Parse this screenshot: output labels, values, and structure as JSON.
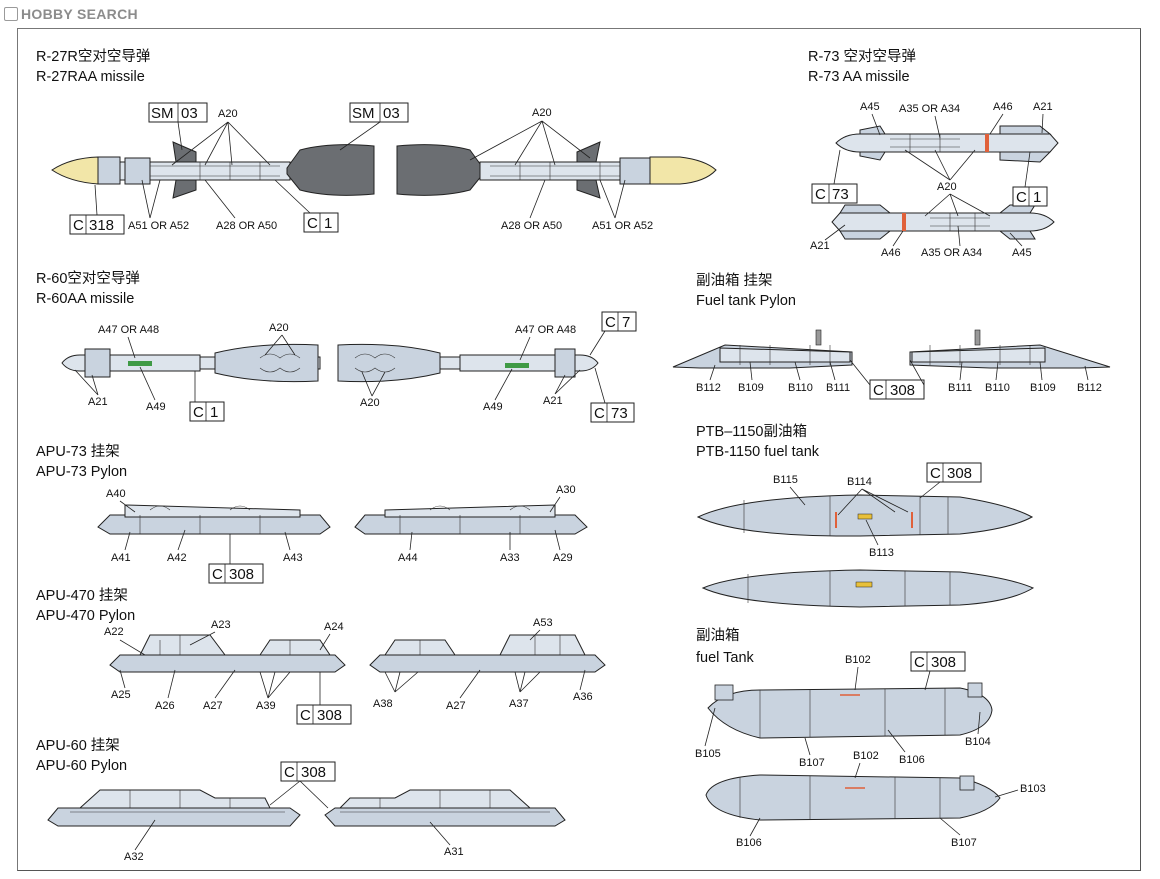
{
  "brand": {
    "name": "HOBBY SEARCH"
  },
  "sections": {
    "r27": {
      "title_cn": "R-27R空对空导弹",
      "title_en": "R-27RAA missile"
    },
    "r73": {
      "title_cn": "R-73 空对空导弹",
      "title_en": "R-73 AA missile"
    },
    "r60": {
      "title_cn": "R-60空对空导弹",
      "title_en": "R-60AA missile"
    },
    "fuel_pylon": {
      "title_cn": "副油箱 挂架",
      "title_en": "Fuel tank Pylon"
    },
    "apu73": {
      "title_cn": "APU-73 挂架",
      "title_en": "APU-73 Pylon"
    },
    "ptb1150": {
      "title_cn": "PTB–1150副油箱",
      "title_en": "PTB-1150 fuel tank"
    },
    "apu470": {
      "title_cn": "APU-470 挂架",
      "title_en": "APU-470 Pylon"
    },
    "fuel_tank": {
      "title_cn": "副油箱",
      "title_en": "fuel Tank"
    },
    "apu60": {
      "title_cn": "APU-60 挂架",
      "title_en": "APU-60 Pylon"
    }
  },
  "refs": {
    "sm03_a": "SM",
    "sm03_b": "03",
    "c": "C",
    "n318": "318",
    "n1": "1",
    "n73": "73",
    "n7": "7",
    "n308": "308"
  },
  "labels": {
    "A20": "A20",
    "A21": "A21",
    "A22": "A22",
    "A23": "A23",
    "A24": "A24",
    "A25": "A25",
    "A26": "A26",
    "A27": "A27",
    "A29": "A29",
    "A30": "A30",
    "A31": "A31",
    "A32": "A32",
    "A33": "A33",
    "A36": "A36",
    "A37": "A37",
    "A38": "A38",
    "A39": "A39",
    "A40": "A40",
    "A41": "A41",
    "A42": "A42",
    "A43": "A43",
    "A44": "A44",
    "A45": "A45",
    "A46": "A46",
    "A49": "A49",
    "A53": "A53",
    "A51orA52": "A51 OR A52",
    "A28orA50": "A28 OR A50",
    "A35orA34": "A35 OR A34",
    "A47orA48": "A47 OR A48",
    "B102": "B102",
    "B103": "B103",
    "B104": "B104",
    "B105": "B105",
    "B106": "B106",
    "B107": "B107",
    "B109": "B109",
    "B110": "B110",
    "B111": "B111",
    "B112": "B112",
    "B113": "B113",
    "B114": "B114",
    "B115": "B115"
  }
}
